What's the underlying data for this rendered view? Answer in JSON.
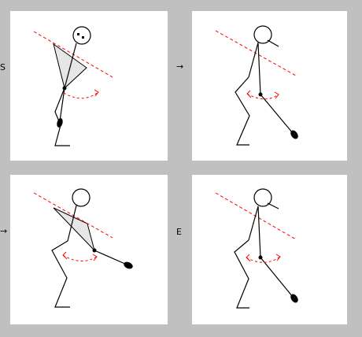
{
  "diagram": {
    "labels": {
      "start": "S",
      "arrow_1": "→",
      "arrow_2": "→",
      "end": "E"
    },
    "colors": {
      "background": "#c0c0c0",
      "panel": "#ffffff",
      "figure": "#000000",
      "reference_line": "#ff0000",
      "swing_arc": "#ff0000",
      "triangle_fill": "#e6e6e6"
    },
    "panels": [
      {
        "id": "panel-1",
        "triangle": true,
        "face_marks": true
      },
      {
        "id": "panel-2",
        "triangle": false,
        "face_marks": false
      },
      {
        "id": "panel-3",
        "triangle": true,
        "face_marks": false
      },
      {
        "id": "panel-4",
        "triangle": false,
        "face_marks": false
      }
    ]
  }
}
